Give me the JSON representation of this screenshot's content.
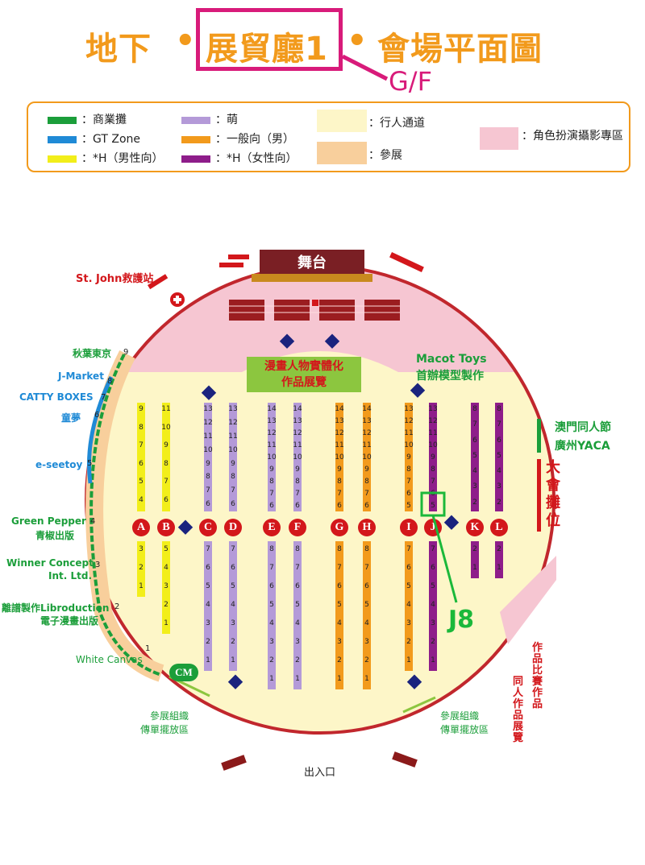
{
  "title": {
    "part1": "地下",
    "bullet": "•",
    "hall": "展貿廳1",
    "part3": "會場平面圖",
    "floor": "G/F"
  },
  "legend": {
    "items": [
      {
        "label": "：商業攤",
        "color": "#1b9e3a"
      },
      {
        "label": "：GT Zone",
        "color": "#1f8ad6"
      },
      {
        "label": "：*H（男性向）",
        "color": "#f2ee1a"
      },
      {
        "label": "：萌",
        "color": "#b49ad8"
      },
      {
        "label": "：一般向（男）",
        "color": "#f29a1c"
      },
      {
        "label": "：*H（女性向）",
        "color": "#8e1d8a"
      },
      {
        "label": "：行人通道",
        "color": "#fdf6c8"
      },
      {
        "label": "：參展",
        "color": "#f8cf9c"
      },
      {
        "label": "：角色扮演攝影專區",
        "color": "#f6c6d2"
      }
    ]
  },
  "map": {
    "stage": "舞台",
    "st_john": "St. John救護站",
    "exhibit": [
      "漫畫人物實體化",
      "作品展覽"
    ],
    "macot": [
      "Macot Toys",
      "首辦模型製作"
    ],
    "big_booth": "大會攤位",
    "entrance": "出入口",
    "flyer_left": [
      "參展組織",
      "傳單擺放區"
    ],
    "flyer_right": [
      "參展組織",
      "傳單擺放區"
    ],
    "cm": "CM",
    "j8": "J8",
    "right_side": [
      "澳門同人節",
      "廣州YACA"
    ],
    "right_bottom": [
      "同人作品展覽",
      "作品比賽作品"
    ],
    "left_vendors": [
      {
        "name": "秋葉東京",
        "num": "9",
        "color": "green"
      },
      {
        "name": "J-Market",
        "num": "8",
        "color": "blue"
      },
      {
        "name": "CATTY BOXES",
        "num": "7",
        "color": "blue"
      },
      {
        "name": "童夢",
        "num": "6",
        "color": "blue"
      },
      {
        "name": "e-seetoy",
        "num": "5",
        "color": "blue"
      },
      {
        "name": "Green Pepper",
        "name2": "青椒出版",
        "num": "4",
        "color": "green"
      },
      {
        "name": "Winner Concept",
        "name2": "Int. Ltd.",
        "num": "3",
        "color": "green"
      },
      {
        "name": "離譜製作Libroduction",
        "name2": "電子漫畫出版",
        "num": "2",
        "color": "green"
      },
      {
        "name": "White Canvas",
        "num": "1",
        "color": "green"
      }
    ],
    "rows": [
      "A",
      "B",
      "C",
      "D",
      "E",
      "F",
      "G",
      "H",
      "I",
      "J",
      "K",
      "L"
    ]
  }
}
